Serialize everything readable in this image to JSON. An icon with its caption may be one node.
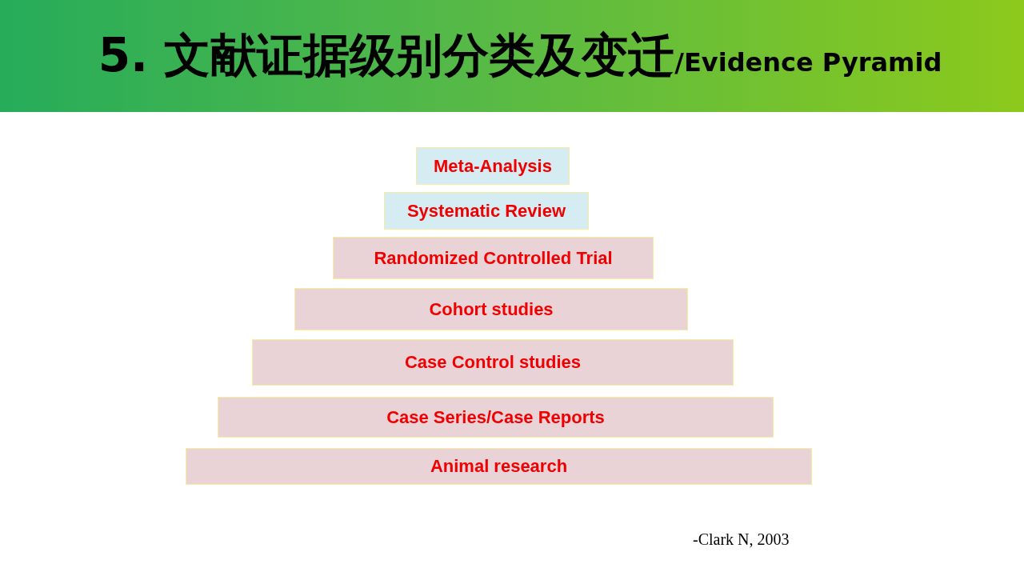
{
  "diagram": {
    "title": "5. 文献证据级别分类及变迁/Evidence Pyramid",
    "nodes": [
      {
        "text": [
          "Meta-Analysis"
        ]
      },
      {
        "text": [
          "Systematic Review"
        ]
      },
      {
        "text": [
          "Randomized Controlled Trial"
        ]
      },
      {
        "text": [
          "Cohort studies"
        ]
      },
      {
        "text": [
          "Case Control studies"
        ]
      },
      {
        "text": [
          "Case Series/Case Reports"
        ]
      },
      {
        "text": [
          "Animal research"
        ]
      }
    ],
    "labels": [
      "-Clark N, 2003"
    ]
  }
}
